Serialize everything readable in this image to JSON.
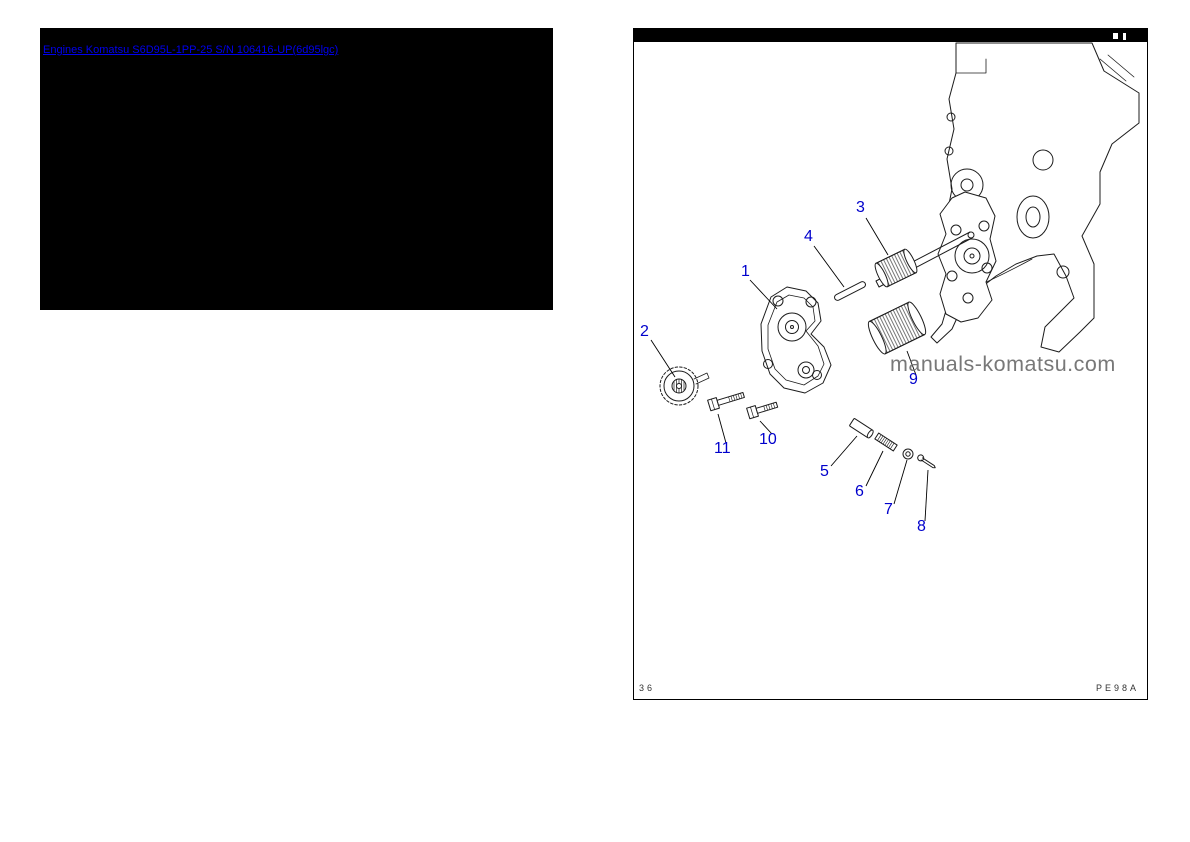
{
  "header": {
    "link_text": "Engines Komatsu S6D95L-1PP-25 S/N 106416-UP(6d95lgc)",
    "link_color": "#0000ee",
    "panel_bg": "#000000"
  },
  "diagram": {
    "watermark": "manuals-komatsu.com",
    "plate_code_left": "36",
    "plate_code_right": "PE98A",
    "callout_color": "#0000cc",
    "callouts": [
      {
        "label": "1"
      },
      {
        "label": "2"
      },
      {
        "label": "3"
      },
      {
        "label": "4"
      },
      {
        "label": "5"
      },
      {
        "label": "6"
      },
      {
        "label": "7"
      },
      {
        "label": "8"
      },
      {
        "label": "9"
      },
      {
        "label": "10"
      },
      {
        "label": "11"
      }
    ]
  }
}
